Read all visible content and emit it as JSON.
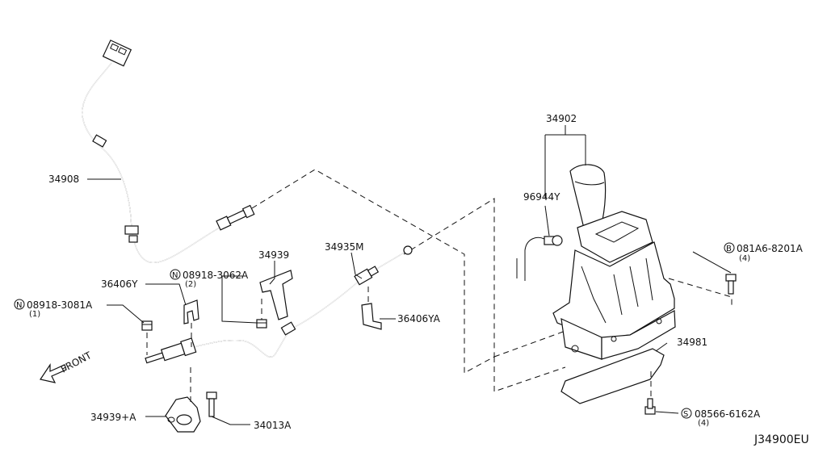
{
  "diagram_code": "J34900EU",
  "front_label": "FRONT",
  "parts": {
    "cable_34908": "34908",
    "lever_34902": "34902",
    "bulb_96944Y": "96944Y",
    "bolt_081A6": "081A6-8201A",
    "bolt_081A6_qty": "(4)",
    "bolt_081A6_prefix": "B",
    "bracket_34939": "34939",
    "cable_34935M": "34935M",
    "nut_08918_3062A": "08918-3062A",
    "nut_08918_3062A_qty": "(2)",
    "nut_08918_3062A_prefix": "N",
    "clip_36406Y": "36406Y",
    "nut_08918_3081A": "08918-3081A",
    "nut_08918_3081A_qty": "(1)",
    "nut_08918_3081A_prefix": "N",
    "clip_36406YA": "36406YA",
    "plate_34981": "34981",
    "bracket_34939A": "34939+A",
    "bolt_34013A": "34013A",
    "screw_08566": "08566-6162A",
    "screw_08566_qty": "(4)",
    "screw_08566_prefix": "S"
  }
}
